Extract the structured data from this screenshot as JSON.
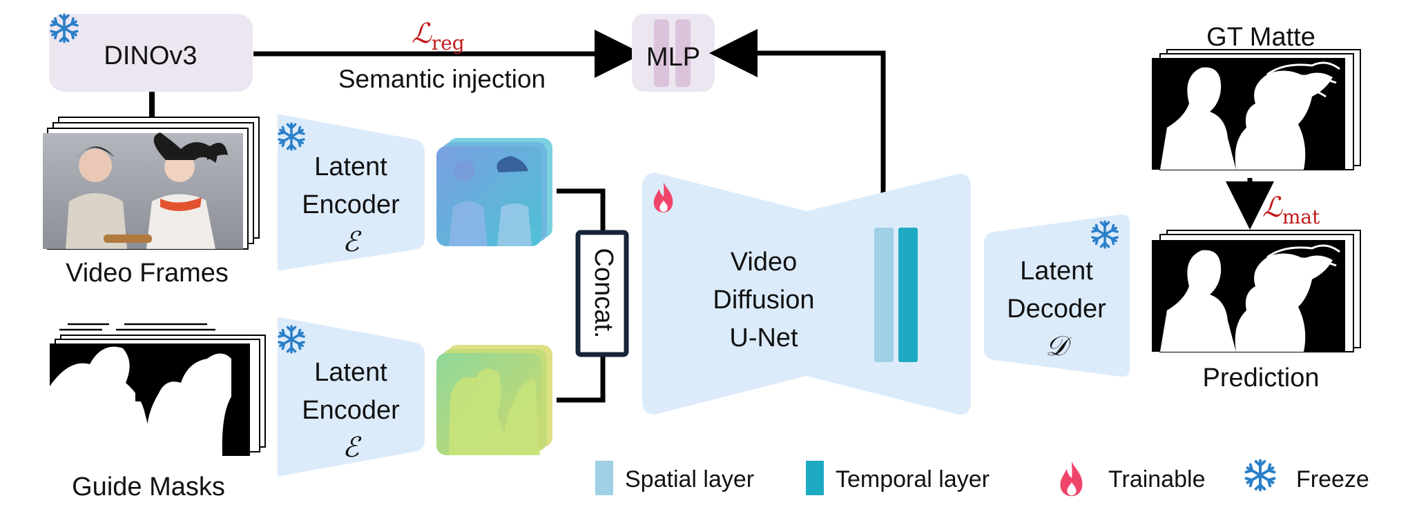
{
  "nodes": {
    "dino": "DINOv3",
    "mlp": "MLP",
    "video_frames": "Video Frames",
    "guide_masks": "Guide Masks",
    "encoder_top": [
      "Latent",
      "Encoder",
      "ℰ"
    ],
    "encoder_bottom": [
      "Latent",
      "Encoder",
      "ℰ"
    ],
    "concat": "Concat.",
    "unet": [
      "Video",
      "Diffusion",
      "U-Net"
    ],
    "decoder": [
      "Latent",
      "Decoder",
      "𝒟"
    ],
    "gt_matte": "GT Matte",
    "prediction": "Prediction"
  },
  "edges": {
    "semantic_injection": "Semantic injection",
    "loss_reg": {
      "symbol": "ℒ",
      "sub": "reg"
    },
    "loss_mat": {
      "symbol": "ℒ",
      "sub": "mat"
    }
  },
  "legend": {
    "spatial": "Spatial layer",
    "temporal": "Temporal layer",
    "trainable": "Trainable",
    "freeze": "Freeze"
  },
  "colors": {
    "panel_blue": "#dcebfa",
    "panel_lilac": "#ece6f1",
    "spatial": "#9fd0e6",
    "temporal": "#1eaac2",
    "flame": "#f0456a",
    "snow": "#2a7fc9",
    "loss_red": "#c21a1a"
  },
  "icons": [
    "snowflake-icon",
    "flame-icon"
  ]
}
